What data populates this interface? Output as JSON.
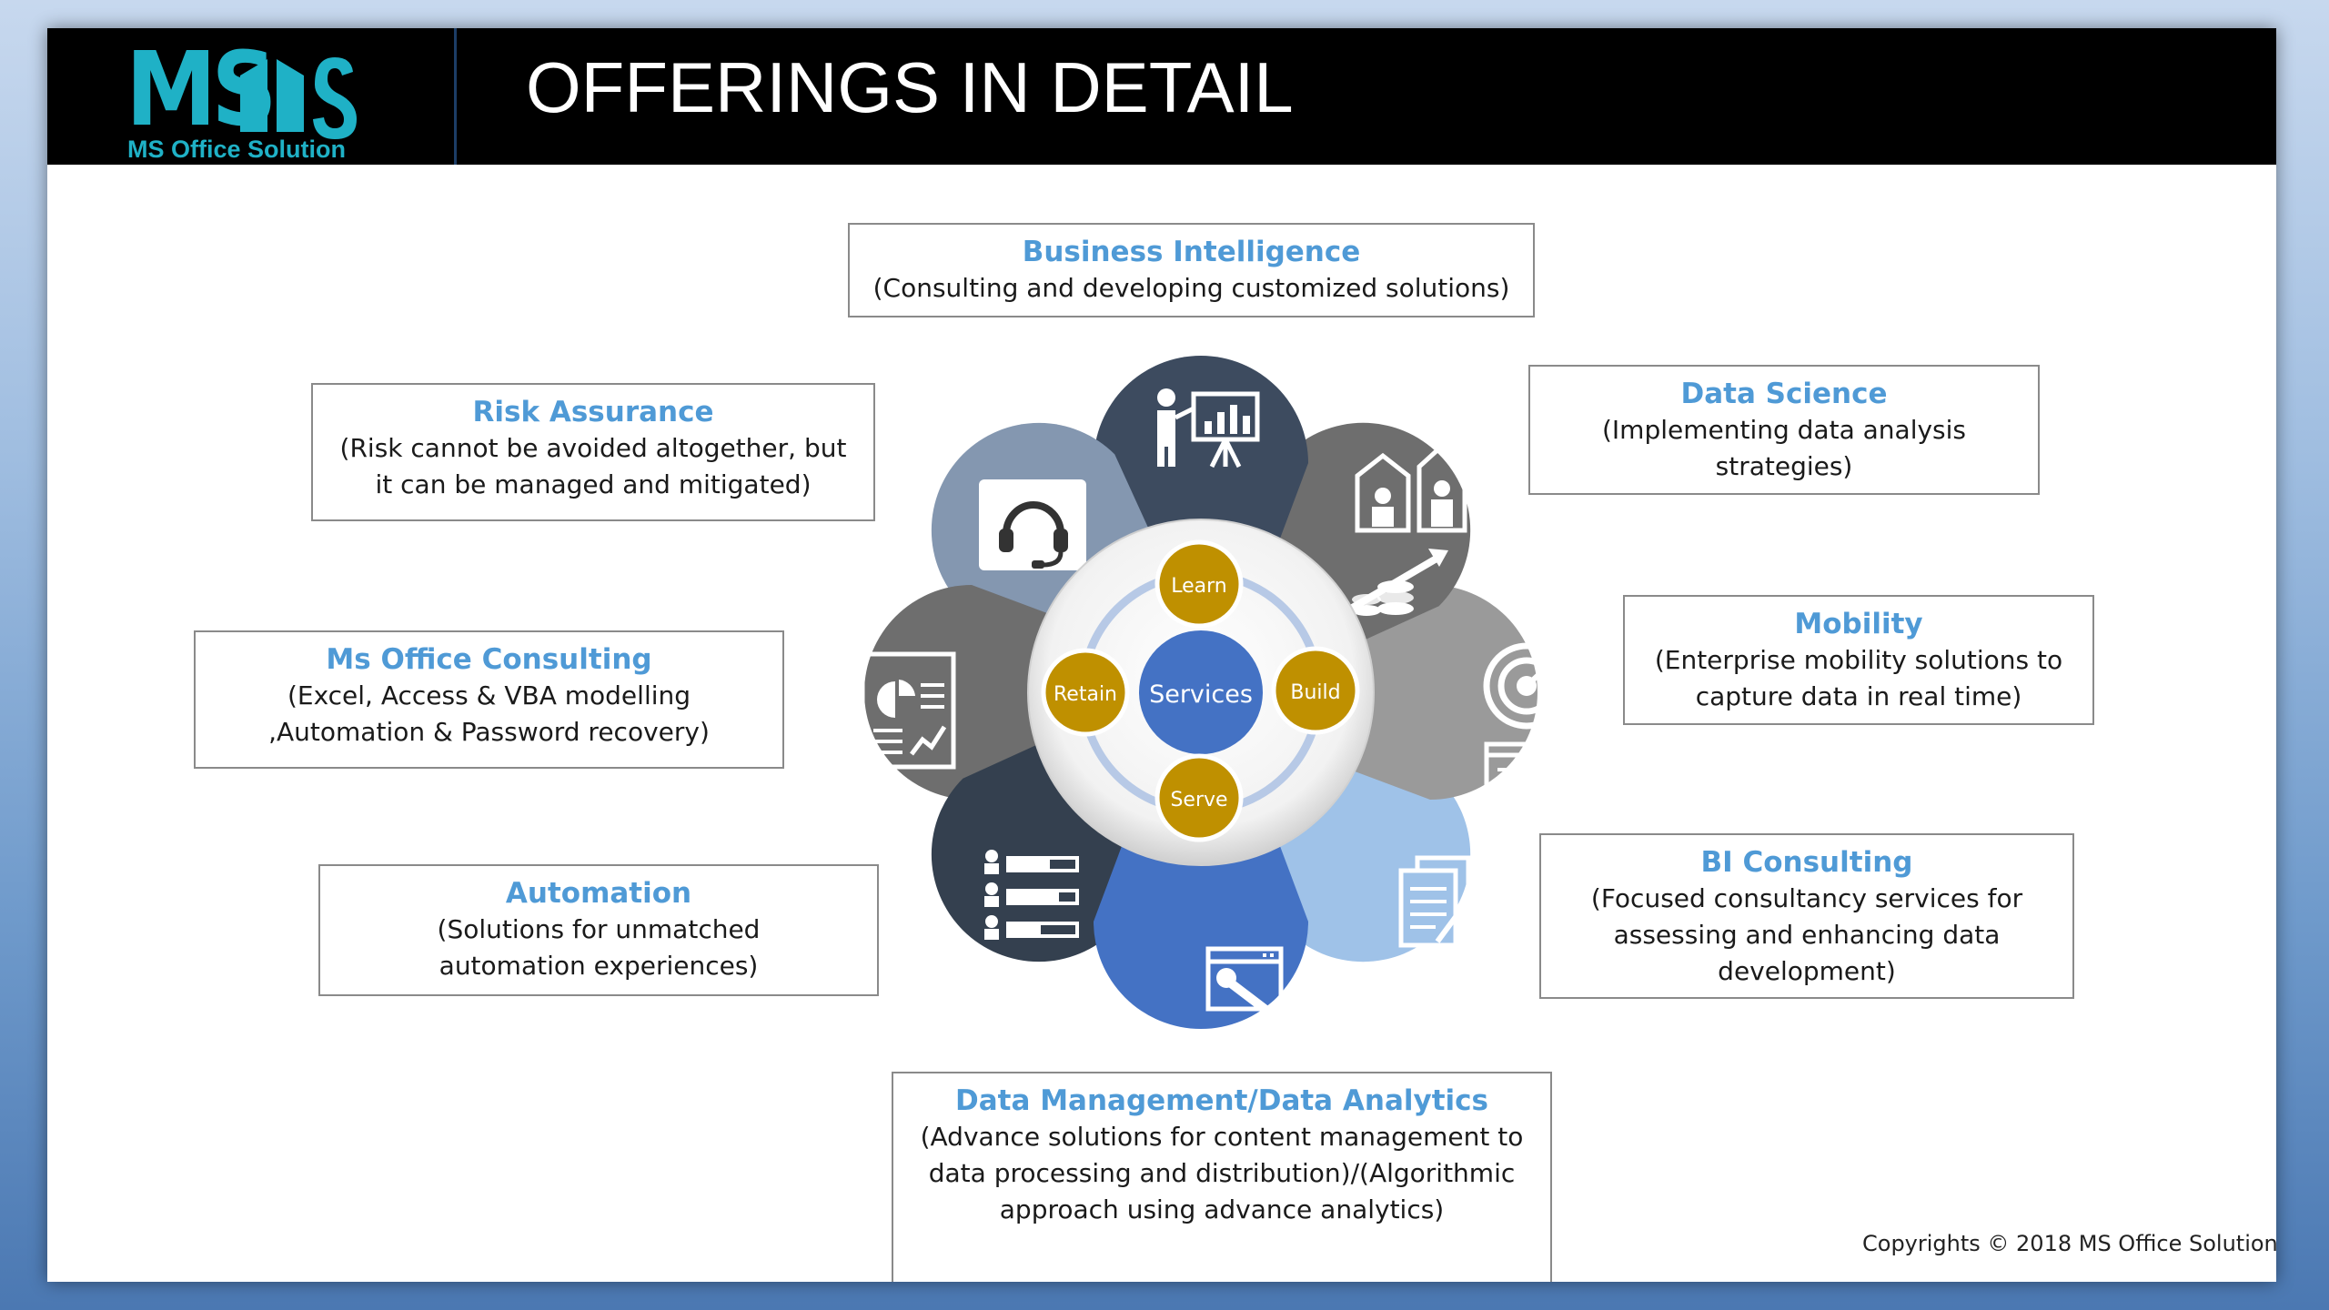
{
  "header": {
    "logo_mark": "MS",
    "logo_subtitle": "MS Office Solution",
    "title": "OFFERINGS IN DETAIL"
  },
  "center": {
    "label": "Services",
    "nodes": [
      "Learn",
      "Build",
      "Serve",
      "Retain"
    ]
  },
  "offerings": [
    {
      "title": "Business Intelligence",
      "description": "(Consulting and developing  customized solutions)"
    },
    {
      "title": "Data Science",
      "description": "(Implementing data analysis strategies)"
    },
    {
      "title": "Mobility",
      "description": "(Enterprise mobility solutions  to capture data in real time)"
    },
    {
      "title": "BI Consulting",
      "description": "(Focused consultancy  services for assessing and enhancing  data development)"
    },
    {
      "title": "Data Management/Data Analytics",
      "description": "(Advance solutions for content management to data processing and distribution)/(Algorithmic approach using advance  analytics)"
    },
    {
      "title": "Automation",
      "description": "(Solutions for unmatched automation experiences)"
    },
    {
      "title": "Ms Office Consulting",
      "description": "(Excel, Access & VBA modelling ,Automation & Password recovery)"
    },
    {
      "title": "Risk Assurance",
      "description": "(Risk cannot be avoided altogether, but it can be managed and mitigated)"
    }
  ],
  "petals": [
    {
      "icon": "presentation-icon",
      "color": "#3d4b5f"
    },
    {
      "icon": "growth-houses-icon",
      "color": "#6e6e6e"
    },
    {
      "icon": "target-icon",
      "color": "#9a9a9a"
    },
    {
      "icon": "documents-icon",
      "color": "#9fc2e8"
    },
    {
      "icon": "tools-window-icon",
      "color": "#4472c4"
    },
    {
      "icon": "user-list-icon",
      "color": "#34404f"
    },
    {
      "icon": "report-icon",
      "color": "#6e6e6e"
    },
    {
      "icon": "headset-icon",
      "color": "#8497b0"
    }
  ],
  "footer": {
    "copyright": "Copyrights © 2018 MS Office Solution"
  }
}
